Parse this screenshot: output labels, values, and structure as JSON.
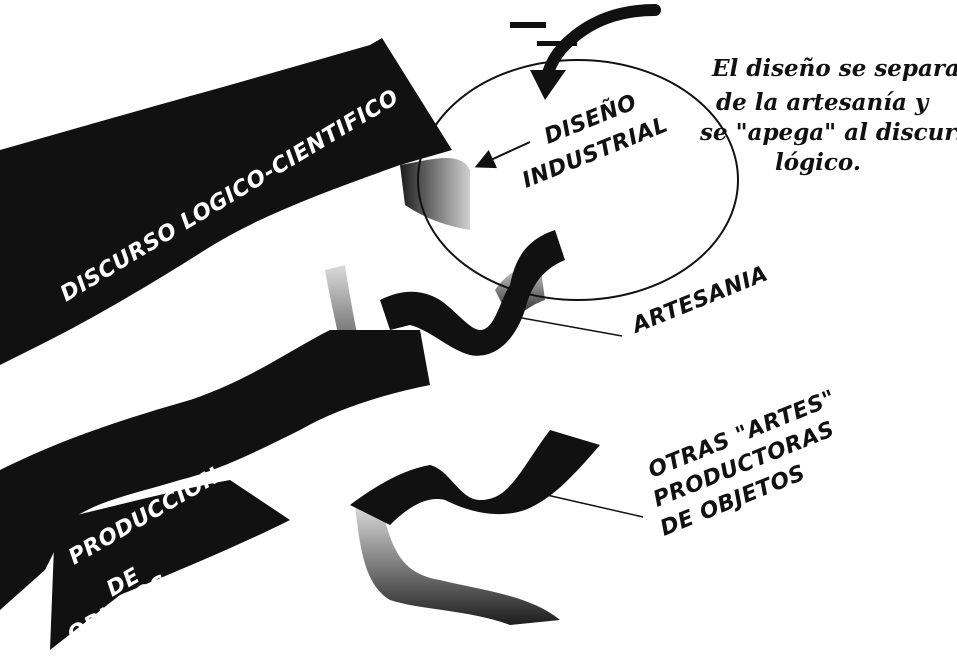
{
  "labels": {
    "discurso": "DISCURSO LOGICO-CIENTIFICO",
    "produccion_1": "PRODUCCION",
    "produccion_2": "DE",
    "produccion_3": "OBJETOS",
    "diseno_1": "DISEÑO",
    "diseno_2": "INDUSTRIAL",
    "artesania": "ARTESANIA",
    "otras_1": "OTRAS \"ARTES\"",
    "otras_2": "PRODUCTORAS",
    "otras_3": "DE OBJETOS"
  },
  "caption": {
    "line1": "El diseño se separa",
    "line2": "de la artesanía y",
    "line3": "se \"apega\" al discurso",
    "line4": "lógico."
  },
  "colors": {
    "ink": "#111111",
    "paper": "#ffffff"
  }
}
